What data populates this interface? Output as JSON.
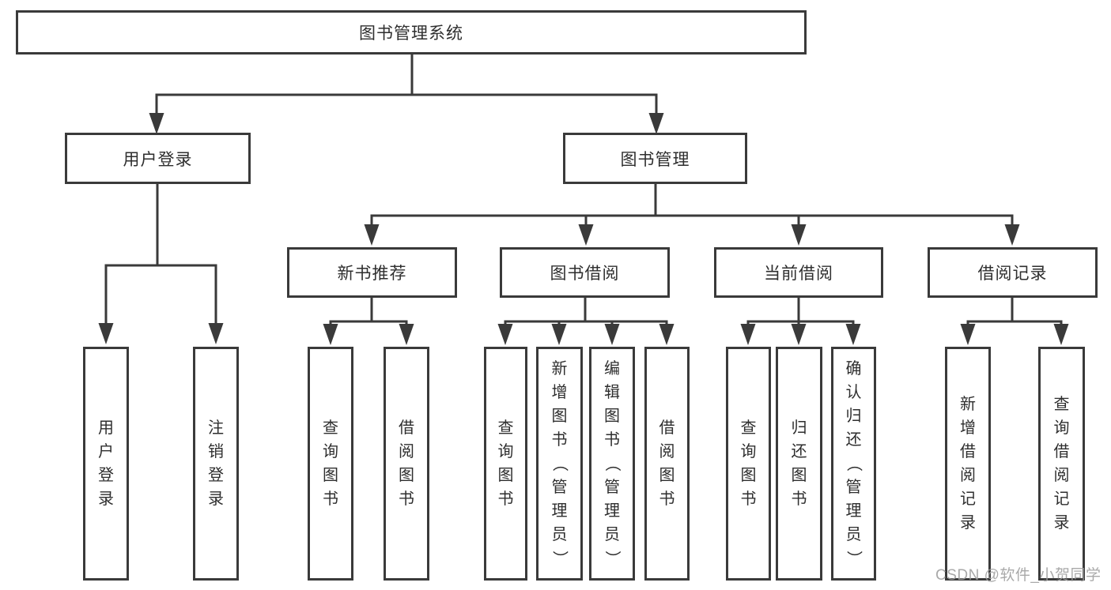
{
  "diagram": {
    "title": "图书管理系统",
    "watermark": "CSDN @软件_小贺同学",
    "colors": {
      "line": "#3a3a3a",
      "box_border": "#3a3a3a",
      "text": "#2e2e2e",
      "background": "#ffffff",
      "watermark": "#9e9e9e"
    },
    "nodes": {
      "root": {
        "label": "图书管理系统"
      },
      "user_login": {
        "label": "用户登录"
      },
      "book_mgmt": {
        "label": "图书管理"
      },
      "new_book_rec": {
        "label": "新书推荐"
      },
      "book_borrow": {
        "label": "图书借阅"
      },
      "current_borrow": {
        "label": "当前借阅"
      },
      "borrow_records": {
        "label": "借阅记录"
      },
      "ul_login": {
        "label": "用户登录"
      },
      "ul_logout": {
        "label": "注销登录"
      },
      "nbr_query": {
        "label": "查询图书"
      },
      "nbr_borrow": {
        "label": "借阅图书"
      },
      "bb_query": {
        "label": "查询图书"
      },
      "bb_add": {
        "label": "新增图书（管理员）"
      },
      "bb_edit": {
        "label": "编辑图书（管理员）"
      },
      "bb_borrow": {
        "label": "借阅图书"
      },
      "cb_query": {
        "label": "查询图书"
      },
      "cb_return": {
        "label": "归还图书"
      },
      "cb_confirm": {
        "label": "确认归还（管理员）"
      },
      "br_add": {
        "label": "新增借阅记录"
      },
      "br_query": {
        "label": "查询借阅记录"
      }
    },
    "edges": [
      [
        "root",
        "user_login"
      ],
      [
        "root",
        "book_mgmt"
      ],
      [
        "user_login",
        "ul_login"
      ],
      [
        "user_login",
        "ul_logout"
      ],
      [
        "book_mgmt",
        "new_book_rec"
      ],
      [
        "book_mgmt",
        "book_borrow"
      ],
      [
        "book_mgmt",
        "current_borrow"
      ],
      [
        "book_mgmt",
        "borrow_records"
      ],
      [
        "new_book_rec",
        "nbr_query"
      ],
      [
        "new_book_rec",
        "nbr_borrow"
      ],
      [
        "book_borrow",
        "bb_query"
      ],
      [
        "book_borrow",
        "bb_add"
      ],
      [
        "book_borrow",
        "bb_edit"
      ],
      [
        "book_borrow",
        "bb_borrow"
      ],
      [
        "current_borrow",
        "cb_query"
      ],
      [
        "current_borrow",
        "cb_return"
      ],
      [
        "current_borrow",
        "cb_confirm"
      ],
      [
        "borrow_records",
        "br_add"
      ],
      [
        "borrow_records",
        "br_query"
      ]
    ]
  }
}
